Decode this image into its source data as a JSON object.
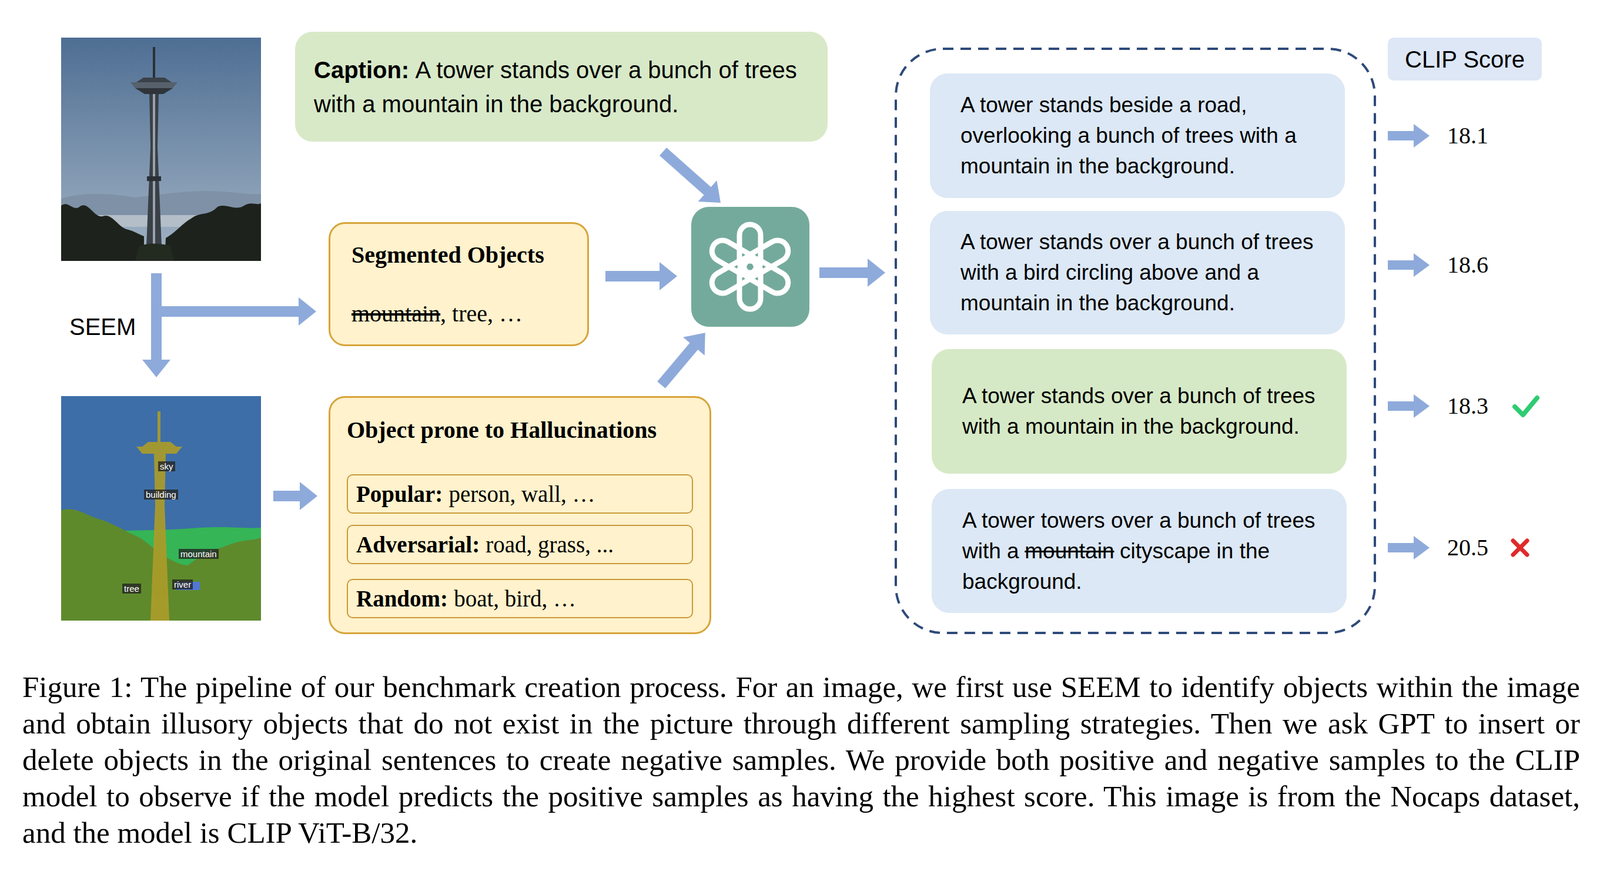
{
  "diagram": {
    "caption": "Figure 1: The pipeline of our benchmark creation process. For an image, we first use SEEM to identify objects within the image and obtain illusory objects that do not exist in the picture through different sampling strategies. Then we ask GPT to insert or delete objects in the original sentences to create negative samples. We provide both positive and negative samples to the CLIP model to observe if the model predicts the positive samples as having the highest score. This image is from the Nocaps dataset, and the model is CLIP ViT-B/32.",
    "nodes": [
      {
        "text": [
          "Caption:",
          "A tower stands over a bunch of trees with a mountain in the background."
        ]
      },
      {
        "text": [
          "Segmented Objects",
          "mountain",
          ", tree, …"
        ]
      },
      {
        "text": [
          "Object prone to Hallucinations"
        ]
      },
      {
        "text": [
          "Popular:",
          "person, wall, …"
        ],
        "in": 2
      },
      {
        "text": [
          "Adversarial:",
          "road, grass, ..."
        ],
        "in": 2
      },
      {
        "text": [
          "Random:",
          "boat, bird, …"
        ],
        "in": 2
      },
      {
        "text": [
          "CLIP Score"
        ]
      },
      {
        "text": [
          "A tower stands beside a road, overlooking a bunch of trees with a mountain in the background."
        ]
      },
      {
        "text": [
          "A tower stands over a bunch of trees with a bird circling above and a mountain in the background."
        ]
      },
      {
        "text": [
          "A tower stands over a bunch of trees with a mountain in the background."
        ]
      },
      {
        "text": [
          "A tower towers over a bunch of trees with a",
          "mountain",
          "cityscape in the background."
        ]
      }
    ],
    "labels": [
      "SEEM",
      "sky",
      "building",
      "mountain",
      "tree",
      "river",
      "18.1",
      "18.6",
      "18.3",
      "20.5"
    ]
  }
}
